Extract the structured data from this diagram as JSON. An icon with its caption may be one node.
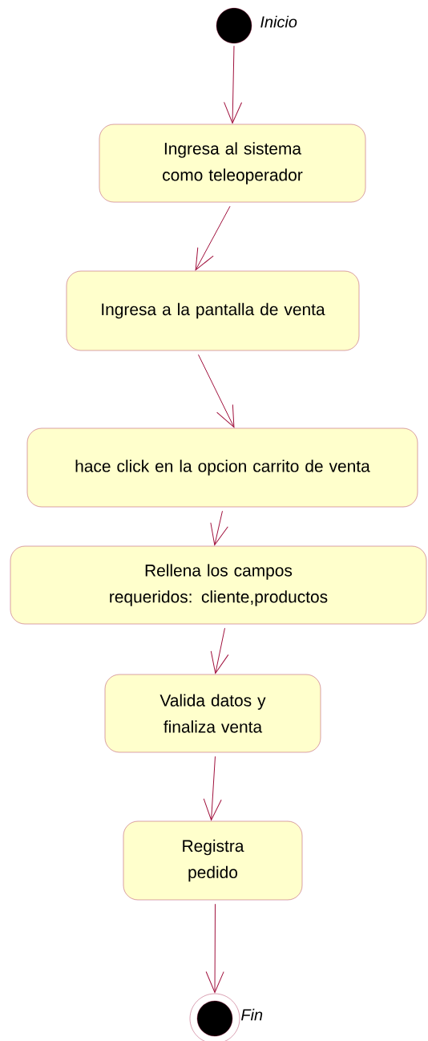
{
  "diagram": {
    "nodes": [
      {
        "text": [],
        "shape": "circle",
        "beside": [
          "Inicio"
        ]
      },
      {
        "text": [
          "Ingresa al sistema como teleoperador"
        ]
      },
      {
        "text": [
          "Ingresa a la pantalla de venta"
        ]
      },
      {
        "text": [
          "hace click en la opcion carrito de venta"
        ]
      },
      {
        "text": [
          "Rellena los campos requeridos: cliente,productos"
        ]
      },
      {
        "text": [
          "Valida datos y finaliza venta"
        ]
      },
      {
        "text": [
          "Registra pedido"
        ]
      },
      {
        "text": [],
        "shape": "bullseye",
        "beside": [
          "Fin"
        ]
      }
    ],
    "edges": [
      {
        "from": 0,
        "to": 1,
        "arrow": "to"
      },
      {
        "from": 1,
        "to": 2,
        "arrow": "to"
      },
      {
        "from": 2,
        "to": 3,
        "arrow": "to"
      },
      {
        "from": 3,
        "to": 4,
        "arrow": "to"
      },
      {
        "from": 4,
        "to": 5,
        "arrow": "to"
      },
      {
        "from": 5,
        "to": 6,
        "arrow": "to"
      },
      {
        "from": 6,
        "to": 7,
        "arrow": "to"
      }
    ]
  }
}
